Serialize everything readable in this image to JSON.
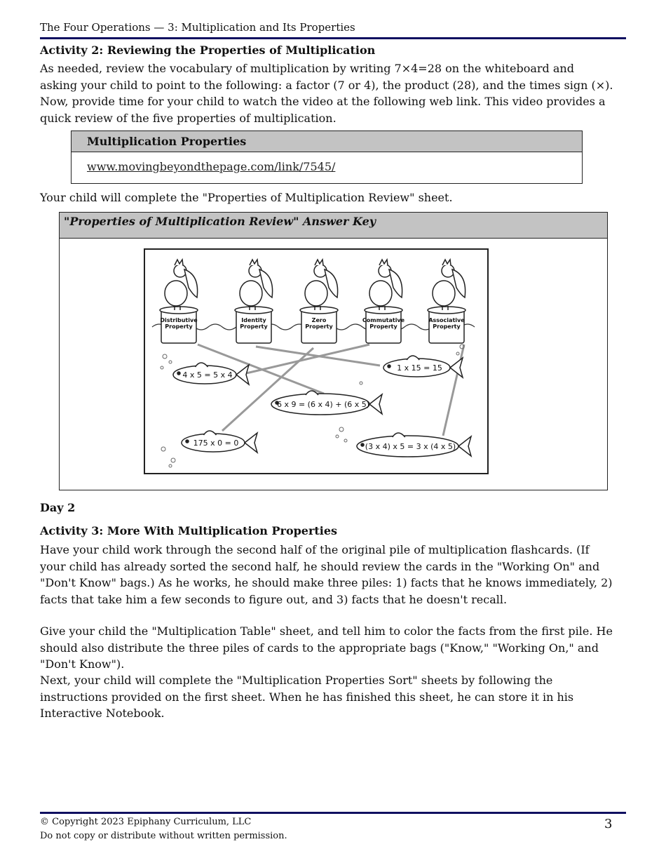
{
  "header": {
    "title": "The Four Operations — 3: Multiplication and Its Properties"
  },
  "activity2": {
    "heading": "Activity 2: Reviewing the Properties of Multiplication",
    "para1": "As needed, review the vocabulary of multiplication by writing 7×4=28 on the whiteboard and asking your child to point to the following: a factor (7 or 4), the product (28), and the times sign (×). Now, provide time for your child to watch the video at the following web link. This video provides a quick review of the five properties of multiplication.",
    "table_header": "Multiplication Properties",
    "link": "www.movingbeyondthepage.com/link/7545/",
    "para2": "Your child will complete the \"Properties of Multiplication Review\" sheet.",
    "answer_key_title": "\"Properties of Multiplication Review\" Answer Key"
  },
  "illustration": {
    "posts": [
      "Distributive Property",
      "Identity Property",
      "Zero Property",
      "Commutative Property",
      "Associative Property"
    ],
    "fish": [
      "4 x 5 = 5 x 4",
      "1 x 15 = 15",
      "6 x 9 = (6 x 4) + (6 x 5)",
      "175 x 0 = 0",
      "(3 x 4) x 5 = 3 x (4 x 5)"
    ]
  },
  "day2": {
    "heading": "Day 2"
  },
  "activity3": {
    "heading": "Activity 3: More With Multiplication Properties",
    "para1": "Have your child work through the second half of the original pile of multiplication flashcards. (If your child has already sorted the second half, he should review the cards in the \"Working On\" and \"Don't Know\" bags.) As he works, he should make three piles: 1) facts that he knows immediately, 2) facts that take him a few seconds to figure out, and 3) facts that he doesn't recall.",
    "para2": "Give your child the \"Multiplication Table\" sheet, and tell him to color the facts from the first pile. He should also distribute the three piles of cards to the appropriate bags (\"Know,\" \"Working On,\" and \"Don't Know\").",
    "para3": "Next, your child will complete the \"Multiplication Properties Sort\" sheets by following the instructions provided on the first sheet. When he has finished this sheet, he can store it in his Interactive Notebook."
  },
  "footer": {
    "copyright": "© Copyright 2023 Epiphany Curriculum, LLC",
    "notice": "Do not copy or distribute without written permission.",
    "page_number": "3"
  }
}
